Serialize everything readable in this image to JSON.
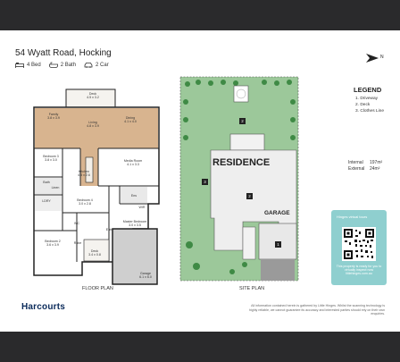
{
  "property": {
    "address": "54 Wyatt Road, Hocking",
    "features": [
      {
        "icon": "bed-icon",
        "label": "4 Bed"
      },
      {
        "icon": "bath-icon",
        "label": "2 Bath"
      },
      {
        "icon": "car-icon",
        "label": "2 Car"
      }
    ]
  },
  "north": {
    "label": "N"
  },
  "floor_plan": {
    "caption": "FLOOR PLAN",
    "rooms": [
      {
        "name": "Deck",
        "size": "4.5 x 3.2"
      },
      {
        "name": "Family",
        "size": "3.8 x 3.9"
      },
      {
        "name": "Living",
        "size": "4.8 x 3.9"
      },
      {
        "name": "Dining",
        "size": "4.1 x 4.0"
      },
      {
        "name": "Bedroom 3",
        "size": "3.8 x 3.0"
      },
      {
        "name": "Kitchen",
        "size": "4.5 x 2.6"
      },
      {
        "name": "Media Room",
        "size": "4.1 x 3.3"
      },
      {
        "name": "Bath",
        "size": ""
      },
      {
        "name": "LDRY",
        "size": ""
      },
      {
        "name": "Bedroom 4",
        "size": "3.0 x 2.8"
      },
      {
        "name": "Ens",
        "size": ""
      },
      {
        "name": "Master Bedroom",
        "size": "3.0 x 3.5"
      },
      {
        "name": "Bedroom 2",
        "size": "3.6 x 3.9"
      },
      {
        "name": "Entry",
        "size": ""
      },
      {
        "name": "Deck",
        "size": "3.4 x 0.8"
      },
      {
        "name": "Garage",
        "size": "6.1 x 6.0"
      },
      {
        "name": "WC",
        "size": ""
      },
      {
        "name": "Linen",
        "size": ""
      },
      {
        "name": "Robe",
        "size": ""
      },
      {
        "name": "WIR",
        "size": ""
      }
    ]
  },
  "site_plan": {
    "caption": "SITE PLAN",
    "residence": "RESIDENCE",
    "garage": "GARAGE",
    "markers": [
      "1",
      "2",
      "2",
      "3"
    ]
  },
  "legend": {
    "title": "LEGEND",
    "items": [
      "1. Driveway",
      "2. Deck",
      "3. Clothes Line"
    ]
  },
  "areas": [
    {
      "label": "Internal",
      "value": "197m²"
    },
    {
      "label": "External",
      "value": "24m²"
    }
  ],
  "qr": {
    "brand": "Hinges virtual tours",
    "text": "This property is ready for you to virtually inspect now",
    "url": "littlehinges.com.au"
  },
  "brand": "Harcourts",
  "disclaimer": "All information contained herein is gathered by Little Hinges. Whilst the scanning technology is highly reliable, we cannot guarantee its accuracy and interested parties should rely on their own enquiries.",
  "colors": {
    "grass": "#9cc89a",
    "hedge": "#3f8a45",
    "concrete": "#e8e8e8",
    "driveway": "#9a9a9a",
    "wall": "#222222",
    "brand": "#0a2a5a",
    "qr_card": "#8fcfcf"
  }
}
